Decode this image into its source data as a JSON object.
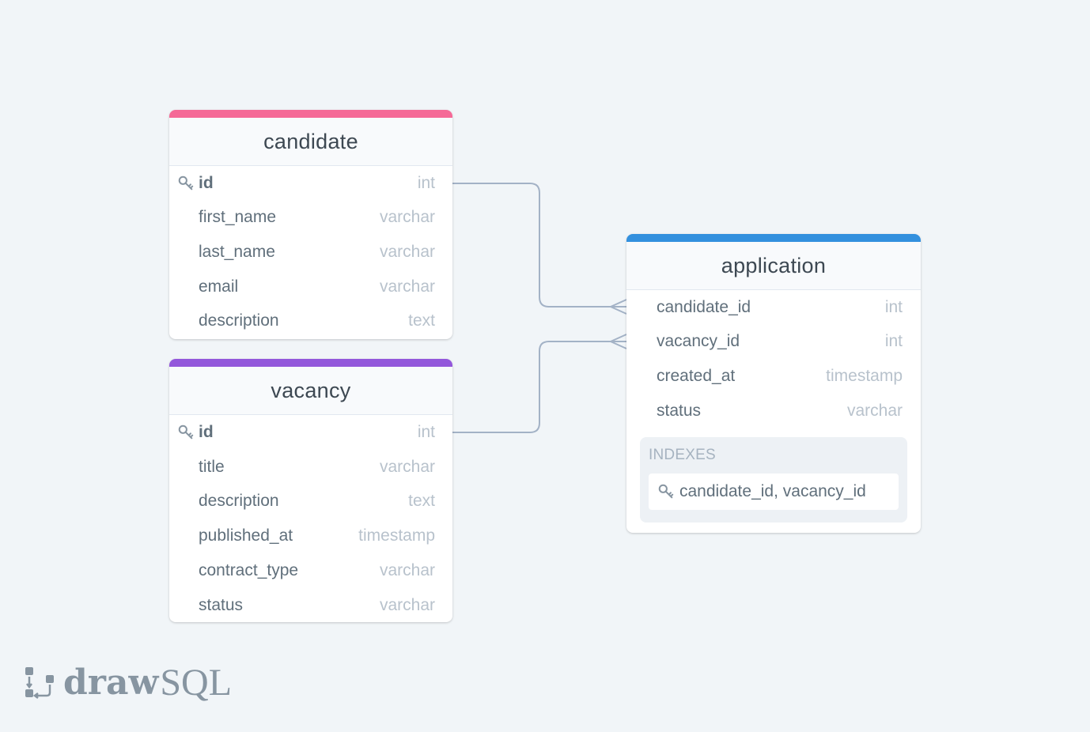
{
  "colors": {
    "candidate": "#f56997",
    "vacancy": "#9357db",
    "application": "#3390de",
    "connector": "#a3b2c6"
  },
  "tables": {
    "candidate": {
      "name": "candidate",
      "columns": [
        {
          "name": "id",
          "type": "int",
          "primary_key": true
        },
        {
          "name": "first_name",
          "type": "varchar"
        },
        {
          "name": "last_name",
          "type": "varchar"
        },
        {
          "name": "email",
          "type": "varchar"
        },
        {
          "name": "description",
          "type": "text"
        }
      ]
    },
    "vacancy": {
      "name": "vacancy",
      "columns": [
        {
          "name": "id",
          "type": "int",
          "primary_key": true
        },
        {
          "name": "title",
          "type": "varchar"
        },
        {
          "name": "description",
          "type": "text"
        },
        {
          "name": "published_at",
          "type": "timestamp"
        },
        {
          "name": "contract_type",
          "type": "varchar"
        },
        {
          "name": "status",
          "type": "varchar"
        }
      ]
    },
    "application": {
      "name": "application",
      "columns": [
        {
          "name": "candidate_id",
          "type": "int"
        },
        {
          "name": "vacancy_id",
          "type": "int"
        },
        {
          "name": "created_at",
          "type": "timestamp"
        },
        {
          "name": "status",
          "type": "varchar"
        }
      ],
      "indexes_label": "INDEXES",
      "indexes": [
        "candidate_id, vacancy_id"
      ]
    }
  },
  "relationships": [
    {
      "from": "candidate.id",
      "to": "application.candidate_id",
      "cardinality": "one-to-many"
    },
    {
      "from": "vacancy.id",
      "to": "application.vacancy_id",
      "cardinality": "one-to-many"
    }
  ],
  "logo": {
    "part1": "draw",
    "part2": "SQL"
  }
}
